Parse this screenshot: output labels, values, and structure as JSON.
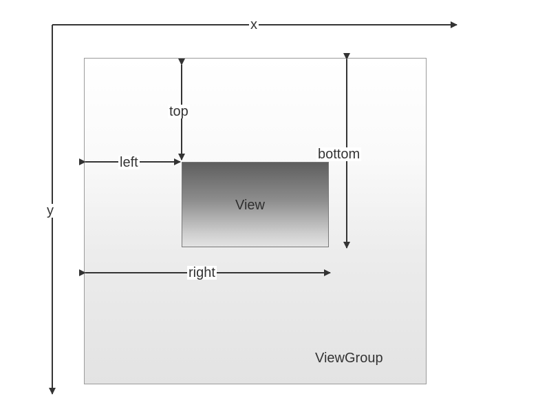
{
  "labels": {
    "x_axis": "x",
    "y_axis": "y",
    "top": "top",
    "left": "left",
    "bottom": "bottom",
    "right": "right",
    "view": "View",
    "viewgroup": "ViewGroup"
  },
  "colors": {
    "line": "#333333",
    "view_fill_top": "#5e5e5e",
    "viewgroup_fill": "#ececec"
  }
}
